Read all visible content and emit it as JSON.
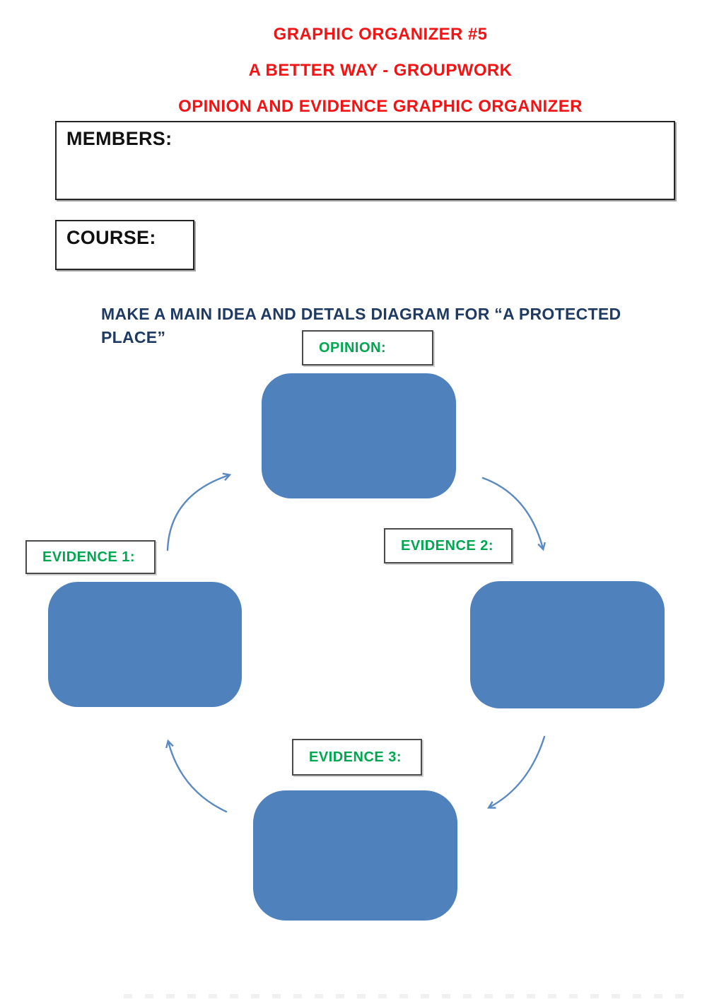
{
  "header": {
    "title1": "GRAPHIC ORGANIZER #5",
    "title2": "A BETTER WAY - GROUPWORK",
    "title3": "OPINION AND EVIDENCE GRAPHIC ORGANIZER"
  },
  "form": {
    "members_label": "MEMBERS:",
    "members_value": "",
    "course_label": "COURSE:",
    "course_value": ""
  },
  "instruction": "MAKE A MAIN IDEA AND DETALS DIAGRAM FOR “A PROTECTED PLACE”",
  "diagram": {
    "opinion_label": "OPINION:",
    "opinion_value": "",
    "evidence1_label": "EVIDENCE 1:",
    "evidence1_value": "",
    "evidence2_label": "EVIDENCE 2:",
    "evidence2_value": "",
    "evidence3_label": "EVIDENCE 3:",
    "evidence3_value": ""
  },
  "colors": {
    "title_red": "#f21414",
    "heading_navy": "#1f3a63",
    "label_green": "#00a650",
    "shape_blue": "#4f81bd",
    "arrow_blue": "#5b8ac2"
  }
}
